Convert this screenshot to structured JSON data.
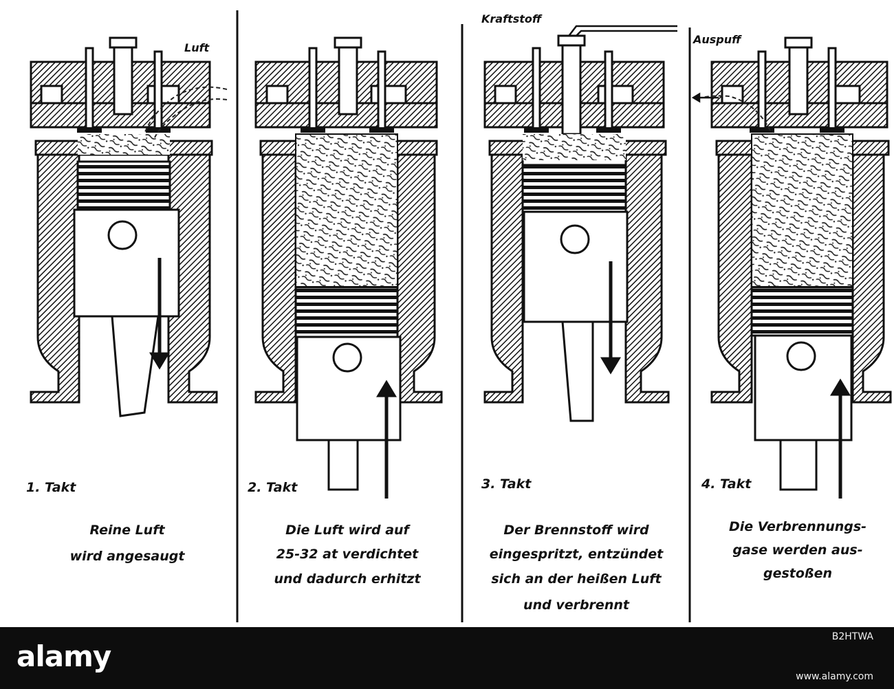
{
  "labels": {
    "luft": "Luft",
    "kraftstoff": "Kraftstoff",
    "auspuff": "Auspuff"
  },
  "strokes": [
    {
      "title": "1. Takt",
      "caption": [
        "Reine Luft",
        "wird angesaugt"
      ]
    },
    {
      "title": "2. Takt",
      "caption": [
        "Die Luft wird auf",
        "25-32 at verdichtet",
        "und dadurch erhitzt"
      ]
    },
    {
      "title": "3. Takt",
      "caption": [
        "Der Brennstoff wird",
        "eingespritzt, entzündet",
        "sich an der heißen Luft",
        "und verbrennt"
      ]
    },
    {
      "title": "4. Takt",
      "caption": [
        "Die Verbrennungs-",
        "gase werden aus-",
        "gestoßen"
      ]
    }
  ],
  "watermark": {
    "brand": "alamy",
    "image_id": "B2HTWA",
    "url": "www.alamy.com"
  },
  "colors": {
    "ink": "#111111",
    "paper": "#ffffff",
    "watermark_bg": "#0d0d0d",
    "watermark_text": "#ffffff"
  }
}
